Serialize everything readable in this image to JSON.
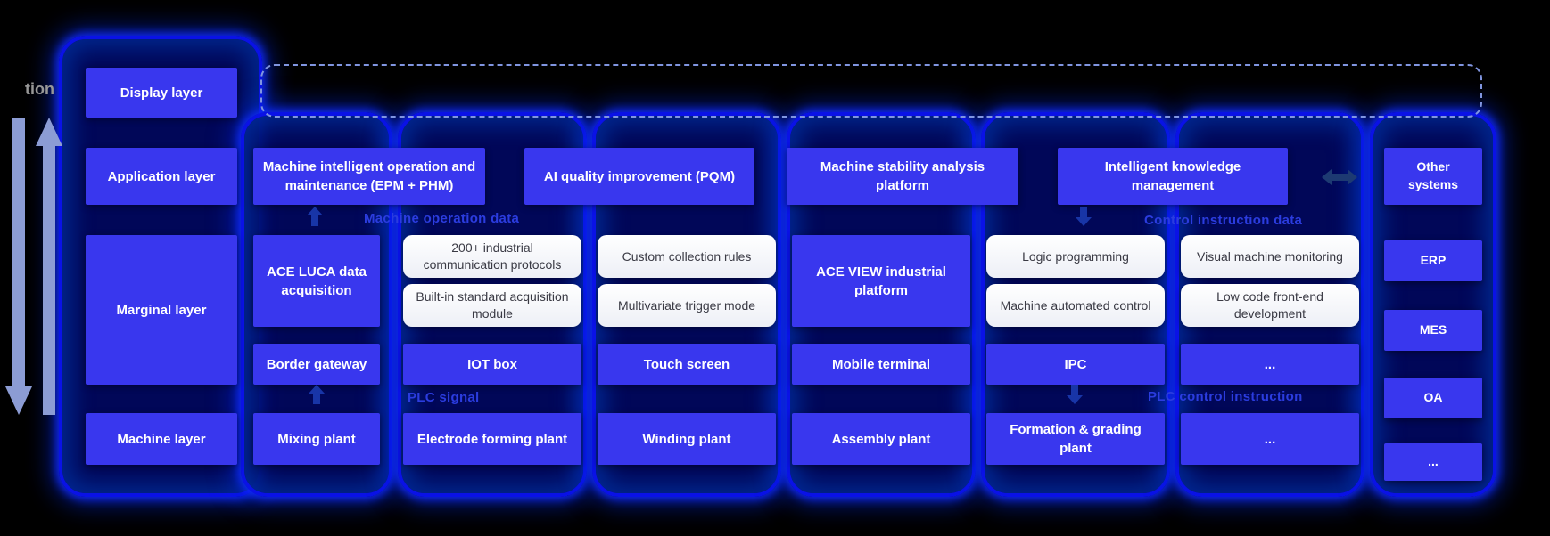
{
  "layers": {
    "display": "Display layer",
    "application": "Application layer",
    "marginal": "Marginal layer",
    "machine": "Machine layer"
  },
  "edge_label_clipped": "tion",
  "application_row": {
    "platforms": [
      "Machine intelligent operation and maintenance (EPM + PHM)",
      "AI quality improvement (PQM)",
      "Machine stability analysis platform",
      "Intelligent knowledge management"
    ]
  },
  "flow_labels": {
    "machine_operation_data": "Machine operation data",
    "control_instruction_data": "Control instruction data",
    "plc_signal": "PLC signal",
    "plc_control_instruction": "PLC control instruction"
  },
  "marginal_layer": {
    "ace_luca": "ACE LUCA data acquisition",
    "luca_modules": [
      "200+ industrial communication protocols",
      "Built-in standard acquisition module",
      "Custom collection rules",
      "Multivariate trigger mode"
    ],
    "ace_view": "ACE VIEW industrial platform",
    "view_modules": [
      "Logic programming",
      "Machine automated control",
      "Visual machine monitoring",
      "Low code front-end development"
    ]
  },
  "device_row": [
    "Border gateway",
    "IOT box",
    "Touch screen",
    "Mobile terminal",
    "IPC",
    "..."
  ],
  "machine_row": [
    "Mixing plant",
    "Electrode forming plant",
    "Winding plant",
    "Assembly plant",
    "Formation & grading plant",
    "..."
  ],
  "other_systems": {
    "title": "Other systems",
    "systems": [
      "ERP",
      "MES",
      "OA",
      "..."
    ]
  },
  "colors": {
    "box_blue": "#3937ee",
    "container_fill": "#01085f",
    "container_border": "#0a12e6",
    "flow_label_blue": "#2b3cdf",
    "light_arrow": "#8c9cd4",
    "dashed_outline": "#8095e0",
    "dark_arrow": "#1d3a72"
  }
}
